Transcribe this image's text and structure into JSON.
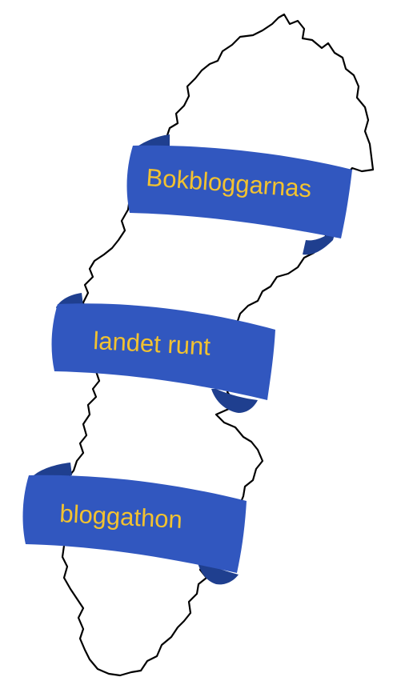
{
  "colors": {
    "outline": "#000000",
    "ribbon_front": "#3157bf",
    "ribbon_back": "#1f3f8f",
    "text": "#f2c230"
  },
  "banners": [
    {
      "text": "Bokbloggarnas"
    },
    {
      "text": "landet runt"
    },
    {
      "text": "bloggathon"
    }
  ]
}
